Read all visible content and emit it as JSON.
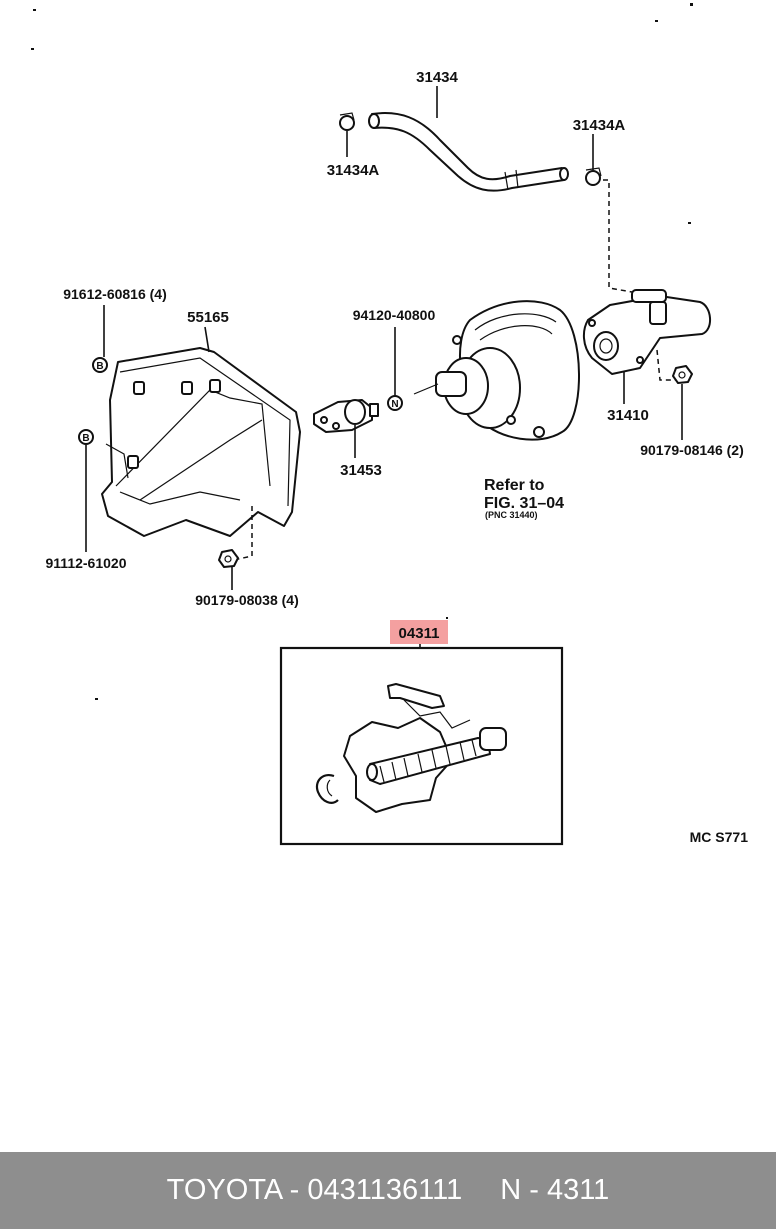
{
  "labels": {
    "p31434": "31434",
    "p31434A_left": "31434A",
    "p31434A_right": "31434A",
    "p91612": "91612-60816 (4)",
    "p55165": "55165",
    "p94120": "94120-40800",
    "p91112": "91112-61020",
    "p31453": "31453",
    "p31410": "31410",
    "p90179_08146": "90179-08146 (2)",
    "p90179_08038": "90179-08038 (4)",
    "refer_line1": "Refer to",
    "refer_line2": "FIG. 31–04",
    "refer_line3": "(PNC 31440)",
    "p04311": "04311",
    "diagram_code": "MC S771",
    "marker_b": "B",
    "marker_n": "N"
  },
  "highlight_color": "#f4a0a0",
  "footer": {
    "brand_part": "TOYOTA - 0431136111",
    "pnc": "N - 4311"
  }
}
